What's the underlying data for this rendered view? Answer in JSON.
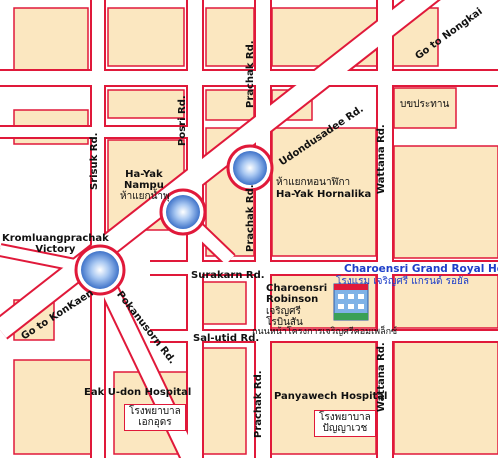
{
  "map": {
    "colors": {
      "road": "#ffffff",
      "road_border": "#e0193a",
      "block": "#fbe7c0",
      "roundabout": "#4a7fd0",
      "hotel_text": "#1d3ec9"
    },
    "roads": {
      "prachak_top": "Prachak Rd.",
      "posri": "Posri Rd.",
      "udondusadee": "Udondusadee Rd.",
      "to_nongkai": "Go to Nongkai",
      "srisuk": "Srisuk Rd.",
      "wattana_top": "Wattana Rd.",
      "prachak_mid": "Prachak Rd.",
      "surakarn": "Surakarn Rd.",
      "to_konkaen": "Go to KonKaen",
      "pokanusorn": "Pokanusorn Rd.",
      "sal_utid": "Sal-utid Rd.",
      "prachak_bottom": "Prachak Rd.",
      "wattana_bottom": "Wattana Rd."
    },
    "places": {
      "hayak_nampu": "Ha-Yak\nNampu",
      "hayak_nampu_thai": "ห้าแยกน้ำพุ",
      "hayak_hornalika_thai": "ห้าแยกหอนาฬิกา",
      "hayak_hornalika": "Ha-Yak Hornalika",
      "kromluang": "Kromluangprachak\nVictory",
      "bor_prathan": "บขประทาน",
      "charoensri_robinson": "Charoensri\nRobinson",
      "charoensri_robinson_thai": "เจริญศรี\nโรบินสัน",
      "hotel_name": "Charoensri Grand Royal Hotel",
      "hotel_thai": "โรงแรม เจริญศรี แกรนด์ รอยัล",
      "complex_road_thai": "ถนนหน้าโครงการเจริญศรีคอมเพล็กซ์",
      "eak_udon": "Eak U-don Hospital",
      "eak_udon_thai": "โรงพยาบาล\nเอกอุดร",
      "panyawech": "Panyawech Hospital",
      "panyawech_thai": "โรงพยาบาล\nปัญญาเวช"
    }
  }
}
